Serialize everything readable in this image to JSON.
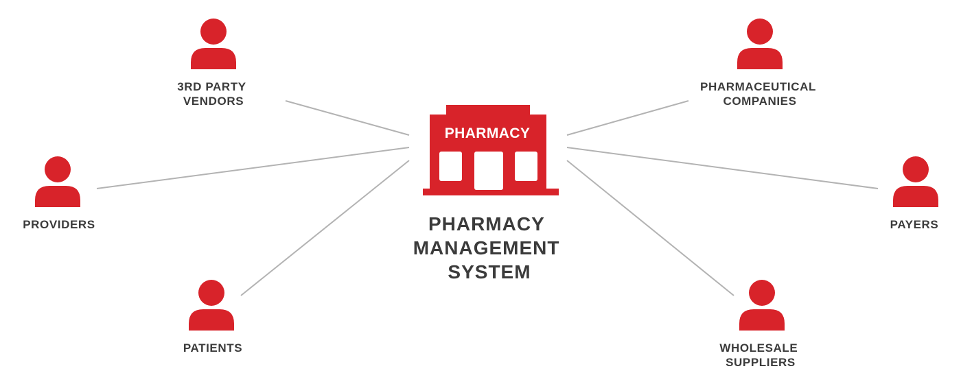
{
  "colors": {
    "accent": "#d8232a",
    "text": "#3b3b3b",
    "connector": "#b3b3b3",
    "background": "#ffffff"
  },
  "center": {
    "icon": "storefront-icon",
    "sign": "PHARMACY",
    "title_lines": [
      "PHARMACY",
      "MANAGEMENT",
      "SYSTEM"
    ]
  },
  "stakeholders": [
    {
      "id": "third-party-vendors",
      "icon": "person-icon",
      "label_lines": [
        "3RD PARTY",
        "VENDORS"
      ]
    },
    {
      "id": "providers",
      "icon": "person-icon",
      "label_lines": [
        "PROVIDERS"
      ]
    },
    {
      "id": "patients",
      "icon": "person-icon",
      "label_lines": [
        "PATIENTS"
      ]
    },
    {
      "id": "pharmaceutical-companies",
      "icon": "person-icon",
      "label_lines": [
        "PHARMACEUTICAL",
        "COMPANIES"
      ]
    },
    {
      "id": "payers",
      "icon": "person-icon",
      "label_lines": [
        "PAYERS"
      ]
    },
    {
      "id": "wholesale-suppliers",
      "icon": "person-icon",
      "label_lines": [
        "WHOLESALE",
        "SUPPLIERS"
      ]
    }
  ]
}
